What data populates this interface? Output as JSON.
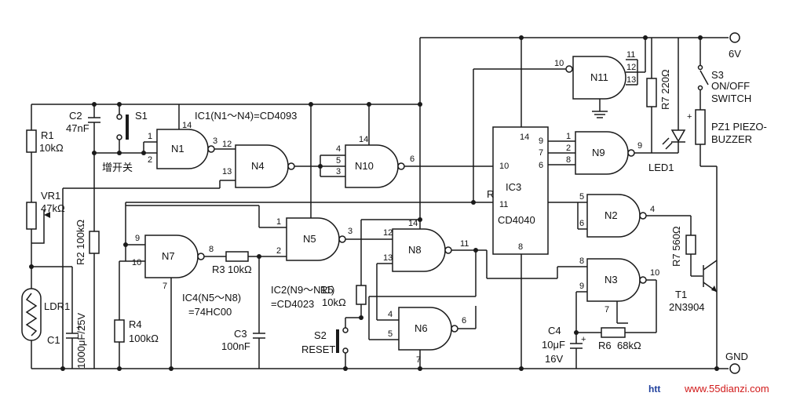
{
  "gates": {
    "N1": "N1",
    "N2": "N2",
    "N3": "N3",
    "N4": "N4",
    "N5": "N5",
    "N6": "N6",
    "N7": "N7",
    "N8": "N8",
    "N9": "N9",
    "N10": "N10",
    "N11": "N11"
  },
  "chip": {
    "name": "IC3",
    "part": "CD4040",
    "reset_label": "R"
  },
  "ic_notes": {
    "ic1": "IC1(N1～N4)=CD4093",
    "ic2_line1": "IC2(N9～N11)",
    "ic2_line2": "=CD4023",
    "ic4_line1": "IC4(N5～N8)",
    "ic4_line2": "=74HC00"
  },
  "components": {
    "r1_name": "R1",
    "r1_val": "10kΩ",
    "vr1_name": "VR1",
    "vr1_val": "47kΩ",
    "ldr1": "LDR1",
    "c1": "C1",
    "c1_val": "1000μF/25V",
    "c2": "C2",
    "c2_val": "47nF",
    "s1": "S1",
    "s1_note": "增开关",
    "r2": "R2 100kΩ",
    "r3": "R3",
    "r3_val": "10kΩ",
    "r4": "R4",
    "r4_val": "100kΩ",
    "c3": "C3",
    "c3_val": "100nF",
    "r5": "R5",
    "r5_val": "10kΩ",
    "s2": "S2",
    "s2_note": "RESET",
    "c4": "C4",
    "c4_val1": "10μF",
    "c4_val2": "16V",
    "r6": "R6",
    "r6_val": "68kΩ",
    "r7a": "R7 220Ω",
    "r7b": "R7 560Ω",
    "led1": "LED1",
    "t1": "T1",
    "t1_val": "2N3904",
    "s3": "S3",
    "s3_note1": "ON/OFF",
    "s3_note2": "SWITCH",
    "pz1": "PZ1 PIEZO-",
    "pz1_note": "BUZZER"
  },
  "power": {
    "vcc": "6V",
    "gnd": "GND"
  },
  "pins": {
    "n1_1": "1",
    "n1_2": "2",
    "n1_3": "3",
    "n1_14": "14",
    "n4_12": "12",
    "n4_13": "13",
    "n10_4": "4",
    "n10_5": "5",
    "n10_3": "3",
    "n10_14": "14",
    "n10_6": "6",
    "ic3_14": "14",
    "ic3_10": "10",
    "ic3_11": "11",
    "ic3_8": "8",
    "n11_10": "10",
    "n11_11": "11",
    "n11_12": "12",
    "n11_13": "13",
    "n9_1": "1",
    "n9_2": "2",
    "n9_8": "8",
    "n9_9o": "9",
    "ic3_9": "9",
    "ic3_7": "7",
    "ic3_6": "6",
    "n2_5": "5",
    "n2_6": "6",
    "n2_4": "4",
    "n3_8": "8",
    "n3_9": "9",
    "n3_10": "10",
    "n3_7": "7",
    "n7_9": "9",
    "n7_10": "10",
    "n7_8": "8",
    "n7_7": "7",
    "n5_1": "1",
    "n5_2": "2",
    "n5_3": "3",
    "n8_12": "12",
    "n8_13": "13",
    "n8_14": "14",
    "n8_11": "11",
    "n6_4": "4",
    "n6_5": "5",
    "n6_6": "6",
    "n6_7": "7"
  },
  "watermark": {
    "prefix": "htt",
    "site": "www.55dianzi.com"
  }
}
